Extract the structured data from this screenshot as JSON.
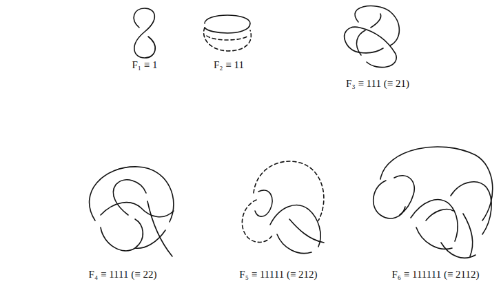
{
  "diagram": {
    "labels": [
      "F₁ ≡ 1",
      "F₂ ≡ 11",
      "F₃ ≡ 111 (≡ 21)",
      "F₄ ≡ 1111 (≡ 22)",
      "F₅ ≡ 11111 (≡ 212)",
      "F₆ ≡ 111111 (≡ 2112)"
    ]
  }
}
